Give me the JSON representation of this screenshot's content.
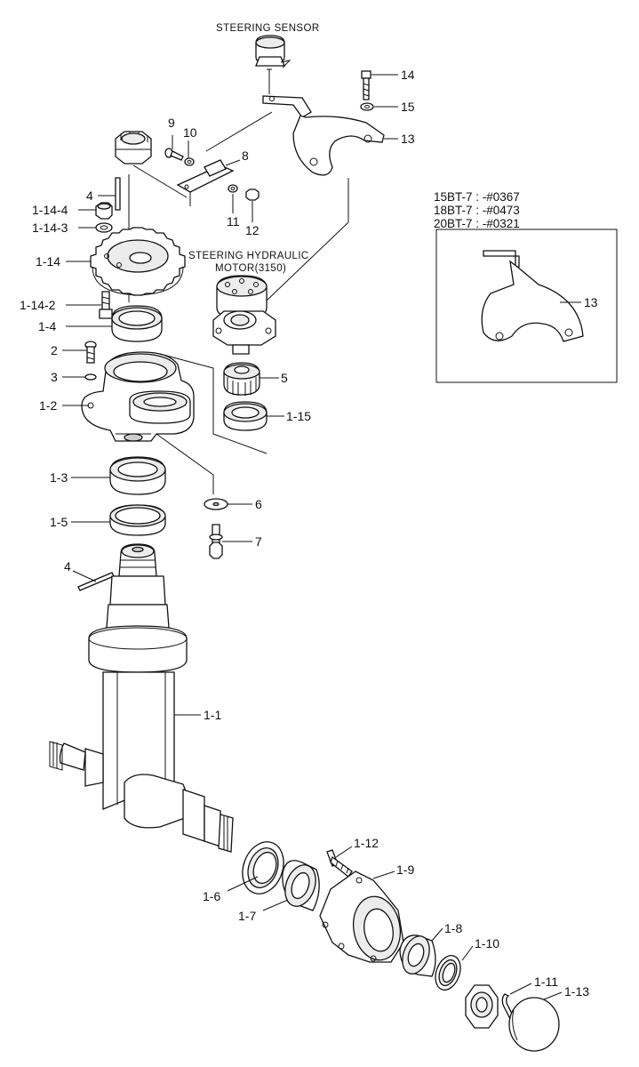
{
  "titles": {
    "steering_sensor": "STEERING SENSOR",
    "hydraulic_line1": "STEERING HYDRAULIC",
    "hydraulic_line2": "MOTOR(3150)"
  },
  "inset": {
    "notes": [
      "15BT-7 : -#0367",
      "18BT-7 : -#0473",
      "20BT-7 : -#0321"
    ],
    "part_label": "13"
  },
  "labels": {
    "p14": "14",
    "p15": "15",
    "p13": "13",
    "p9": "9",
    "p10": "10",
    "p8": "8",
    "p4": "4",
    "p1_14_4": "1-14-4",
    "p11": "11",
    "p12": "12",
    "p1_14_3": "1-14-3",
    "p1_14": "1-14",
    "p1_14_2": "1-14-2",
    "p1_4": "1-4",
    "p2": "2",
    "p5": "5",
    "p3": "3",
    "p1_2": "1-2",
    "p1_15": "1-15",
    "p1_3": "1-3",
    "p6": "6",
    "p1_5": "1-5",
    "p7": "7",
    "p4b": "4",
    "p1_1": "1-1",
    "p1_12": "1-12",
    "p1_9": "1-9",
    "p1_6": "1-6",
    "p1_7": "1-7",
    "p1_8": "1-8",
    "p1_10": "1-10",
    "p1_11": "1-11",
    "p1_13": "1-13"
  }
}
